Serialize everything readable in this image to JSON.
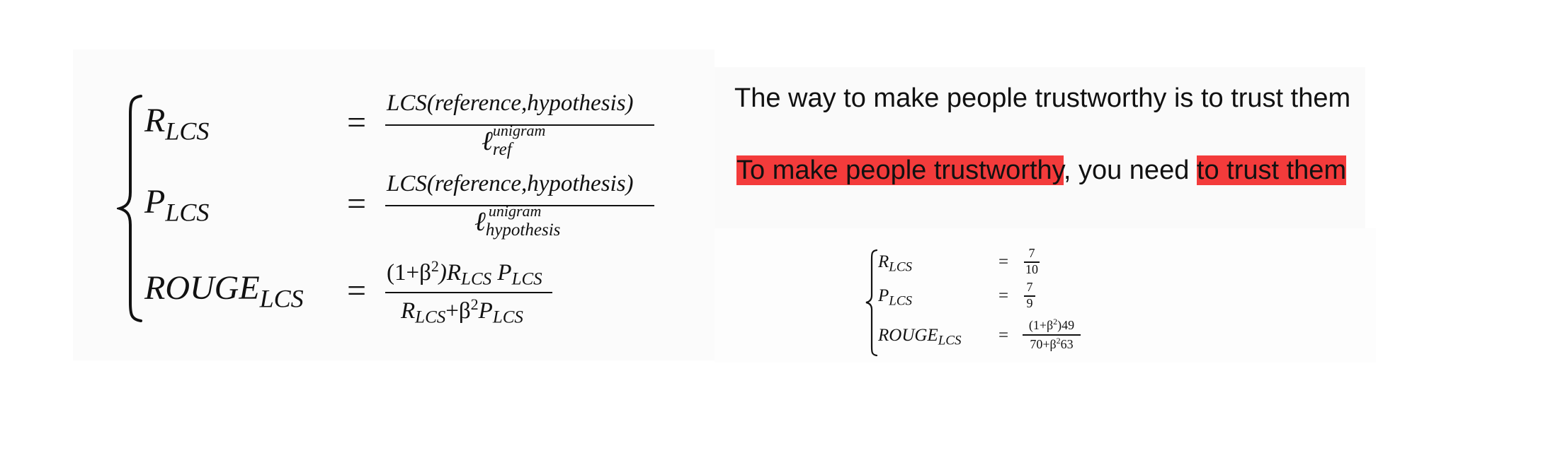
{
  "left_formula": {
    "rows": [
      {
        "lhs_main": "R",
        "lhs_sub": "LCS",
        "eq": "=",
        "num_text": "LCS(reference,hypothesis)",
        "den_ell": "ℓ",
        "den_sup": "unigram",
        "den_sub": "ref"
      },
      {
        "lhs_main": "P",
        "lhs_sub": "LCS",
        "eq": "=",
        "num_text": "LCS(reference,hypothesis)",
        "den_ell": "ℓ",
        "den_sup": "unigram",
        "den_sub": "hypothesis"
      },
      {
        "lhs_main": "ROUGE",
        "lhs_sub": "LCS",
        "eq": "=",
        "num_a": "(1+β",
        "num_sup": "2",
        "num_b": ")R",
        "num_sub1": "LCS",
        "num_c": "P",
        "num_sub2": "LCS",
        "den_a": "R",
        "den_sub1": "LCS",
        "den_b": "+β",
        "den_sup": "2",
        "den_c": "P",
        "den_sub2": "LCS"
      }
    ]
  },
  "sentences": {
    "reference": "The way to make people trustworthy is to trust them",
    "hypothesis": {
      "highlight1": "To make people trustworthy",
      "middle": ", you need ",
      "highlight2": "to trust them"
    },
    "highlight_color": "#f33b3b"
  },
  "small_formula": {
    "rows": [
      {
        "lhs_main": "R",
        "lhs_sub": "LCS",
        "eq": "=",
        "num": "7",
        "den": "10"
      },
      {
        "lhs_main": "P",
        "lhs_sub": "LCS",
        "eq": "=",
        "num": "7",
        "den": "9"
      },
      {
        "lhs_main": "ROUGE",
        "lhs_sub": "LCS",
        "eq": "=",
        "num_a": "(1+β",
        "num_sup": "2",
        "num_b": ")49",
        "den_a": "70+β",
        "den_sup": "2",
        "den_b": "63"
      }
    ]
  }
}
